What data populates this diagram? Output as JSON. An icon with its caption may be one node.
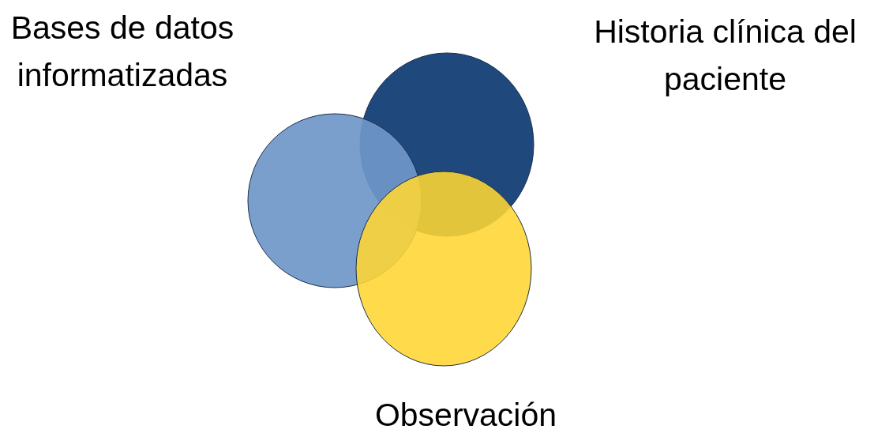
{
  "diagram": {
    "nodes": [
      {
        "text": [
          "Bases de datos informatizadas"
        ]
      },
      {
        "text": [
          "Historia clínica del paciente"
        ]
      },
      {
        "text": [
          "Observación"
        ]
      }
    ]
  }
}
